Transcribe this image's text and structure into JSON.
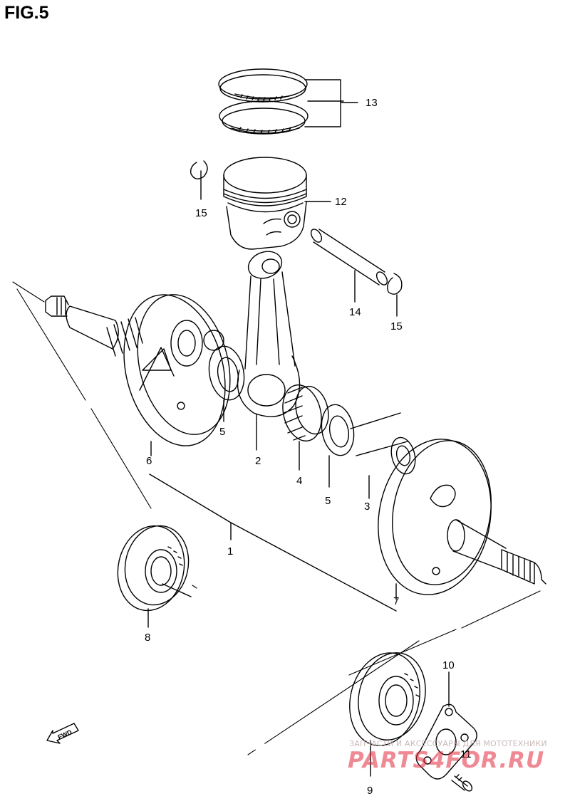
{
  "figure": {
    "title": "FIG.5"
  },
  "callouts": [
    {
      "id": "c13",
      "label": "13"
    },
    {
      "id": "c12",
      "label": "12"
    },
    {
      "id": "c15a",
      "label": "15"
    },
    {
      "id": "c14",
      "label": "14"
    },
    {
      "id": "c15b",
      "label": "15"
    },
    {
      "id": "c5a",
      "label": "5"
    },
    {
      "id": "c2",
      "label": "2"
    },
    {
      "id": "c6",
      "label": "6"
    },
    {
      "id": "c4",
      "label": "4"
    },
    {
      "id": "c5b",
      "label": "5"
    },
    {
      "id": "c3",
      "label": "3"
    },
    {
      "id": "c1",
      "label": "1"
    },
    {
      "id": "c7",
      "label": "7"
    },
    {
      "id": "c8",
      "label": "8"
    },
    {
      "id": "c10",
      "label": "10"
    },
    {
      "id": "c11",
      "label": "11"
    },
    {
      "id": "c9",
      "label": "9"
    }
  ],
  "direction_arrow": {
    "label": "FWD"
  },
  "watermark": {
    "tagline": "ЗАПЧАСТИ И АКСЕССУАРЫ ДЛЯ МОТОТЕХНИКИ",
    "brand": "PARTS4FOR.RU"
  },
  "colors": {
    "line": "#000000",
    "background": "#ffffff",
    "watermark_brand": "#e2283c",
    "watermark_tagline": "#c9b8b8"
  }
}
